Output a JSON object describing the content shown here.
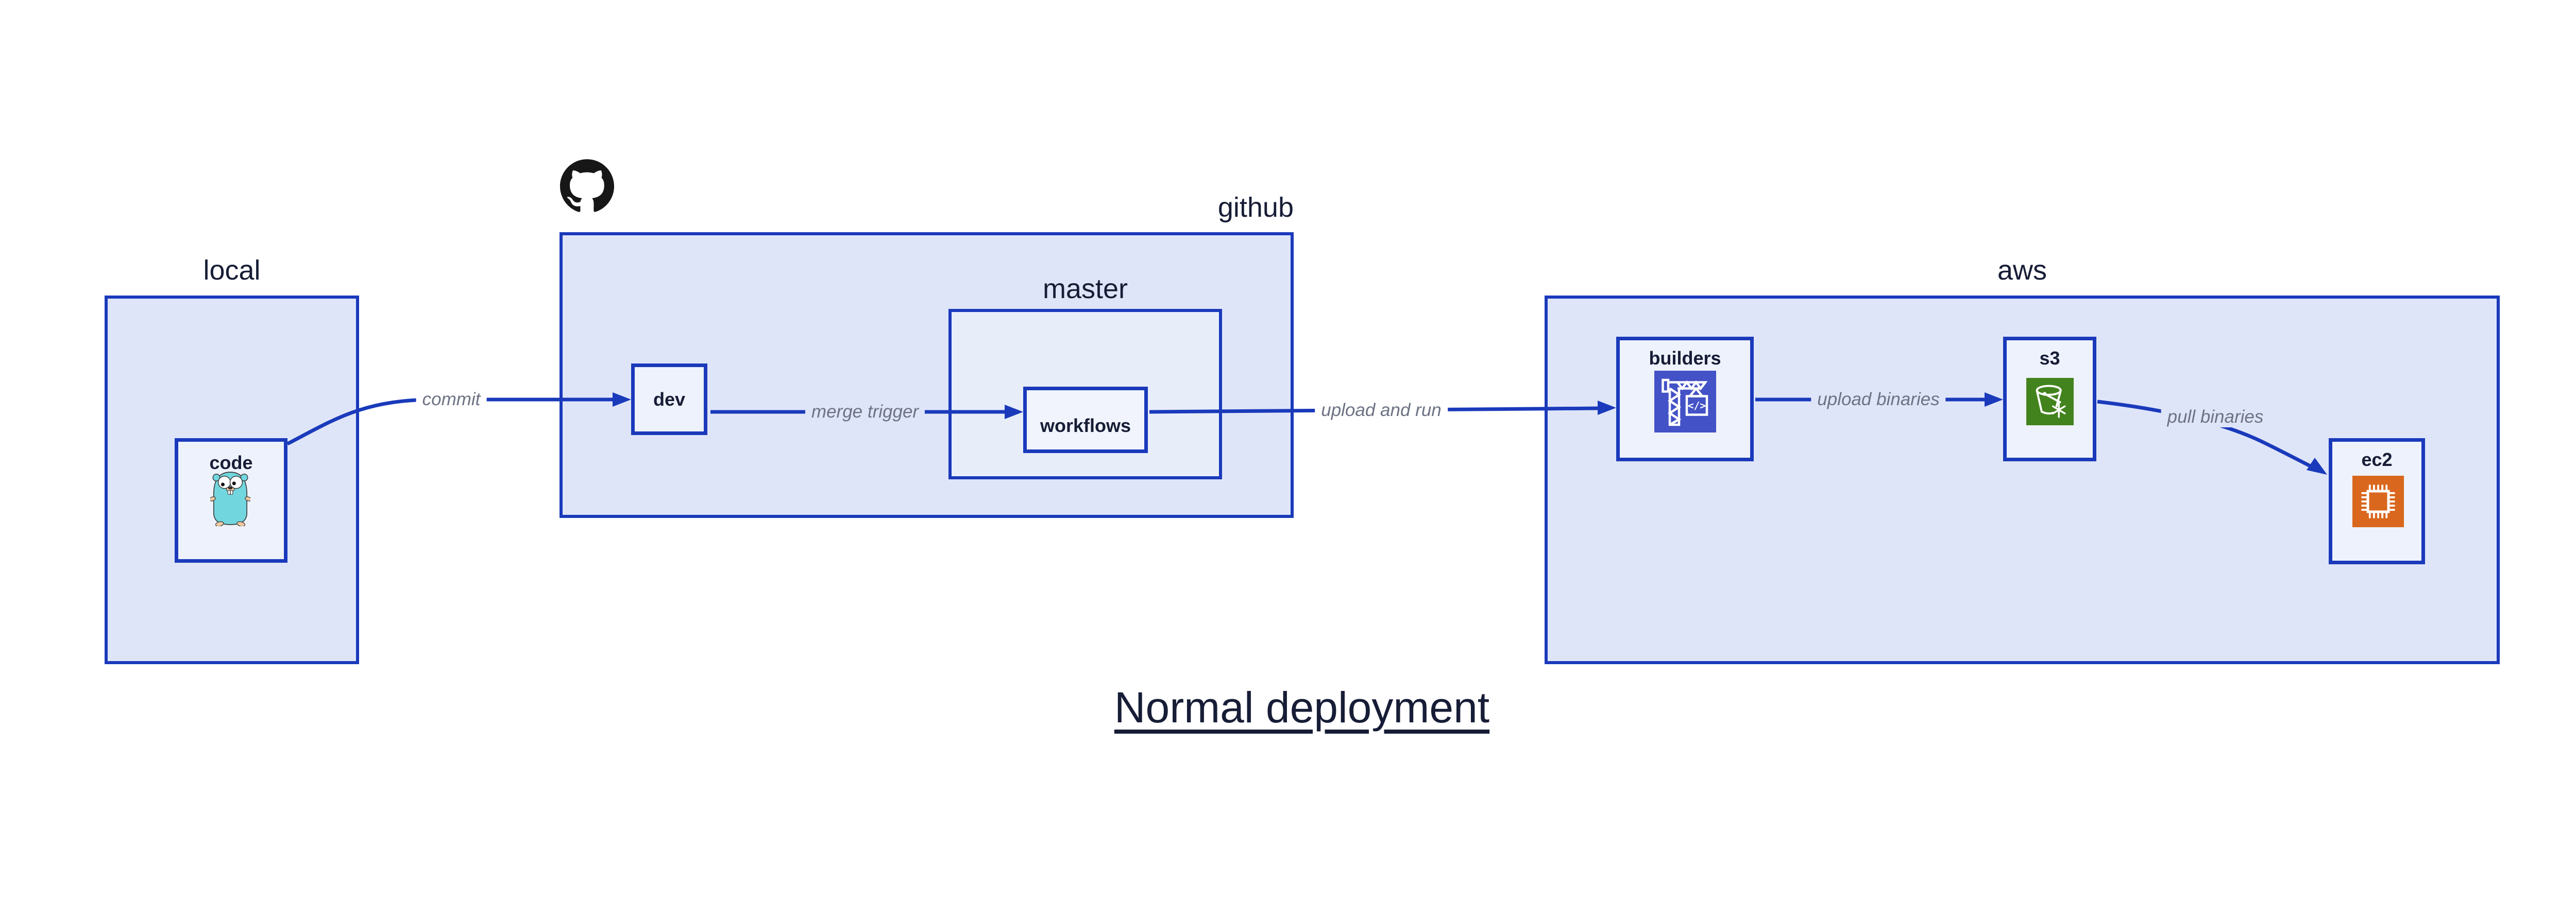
{
  "title": "Normal deployment",
  "groups": {
    "local": {
      "label": "local"
    },
    "github": {
      "label": "github",
      "master_label": "master"
    },
    "aws": {
      "label": "aws"
    }
  },
  "nodes": {
    "code": {
      "label": "code"
    },
    "dev": {
      "label": "dev"
    },
    "workflows": {
      "label": "workflows"
    },
    "builders": {
      "label": "builders"
    },
    "s3": {
      "label": "s3"
    },
    "ec2": {
      "label": "ec2"
    }
  },
  "edges": {
    "commit": {
      "label": "commit"
    },
    "merge_trigger": {
      "label": "merge trigger"
    },
    "upload_and_run": {
      "label": "upload and run"
    },
    "upload_binaries": {
      "label": "upload binaries"
    },
    "pull_binaries": {
      "label": "pull binaries"
    }
  },
  "icons": {
    "code": "go-gopher",
    "github": "octocat-mark",
    "builders": "codebuild-crane",
    "s3": "glacier-bucket-snowflake",
    "ec2": "processor-chip",
    "codebuild_glyph": "</>"
  },
  "colors": {
    "accent_blue": "#1a3abb",
    "container_fill": "#dfe5f8",
    "master_fill": "#e8edfa",
    "node_fill": "#eef2fc",
    "text_navy": "#171d36",
    "edge_label_gray": "#6d7383",
    "github_black": "#181717",
    "codebuild_indigo": "#4352c6",
    "s3_green": "#43831e",
    "ec2_orange": "#d9671d",
    "gopher_teal": "#72d6df"
  }
}
